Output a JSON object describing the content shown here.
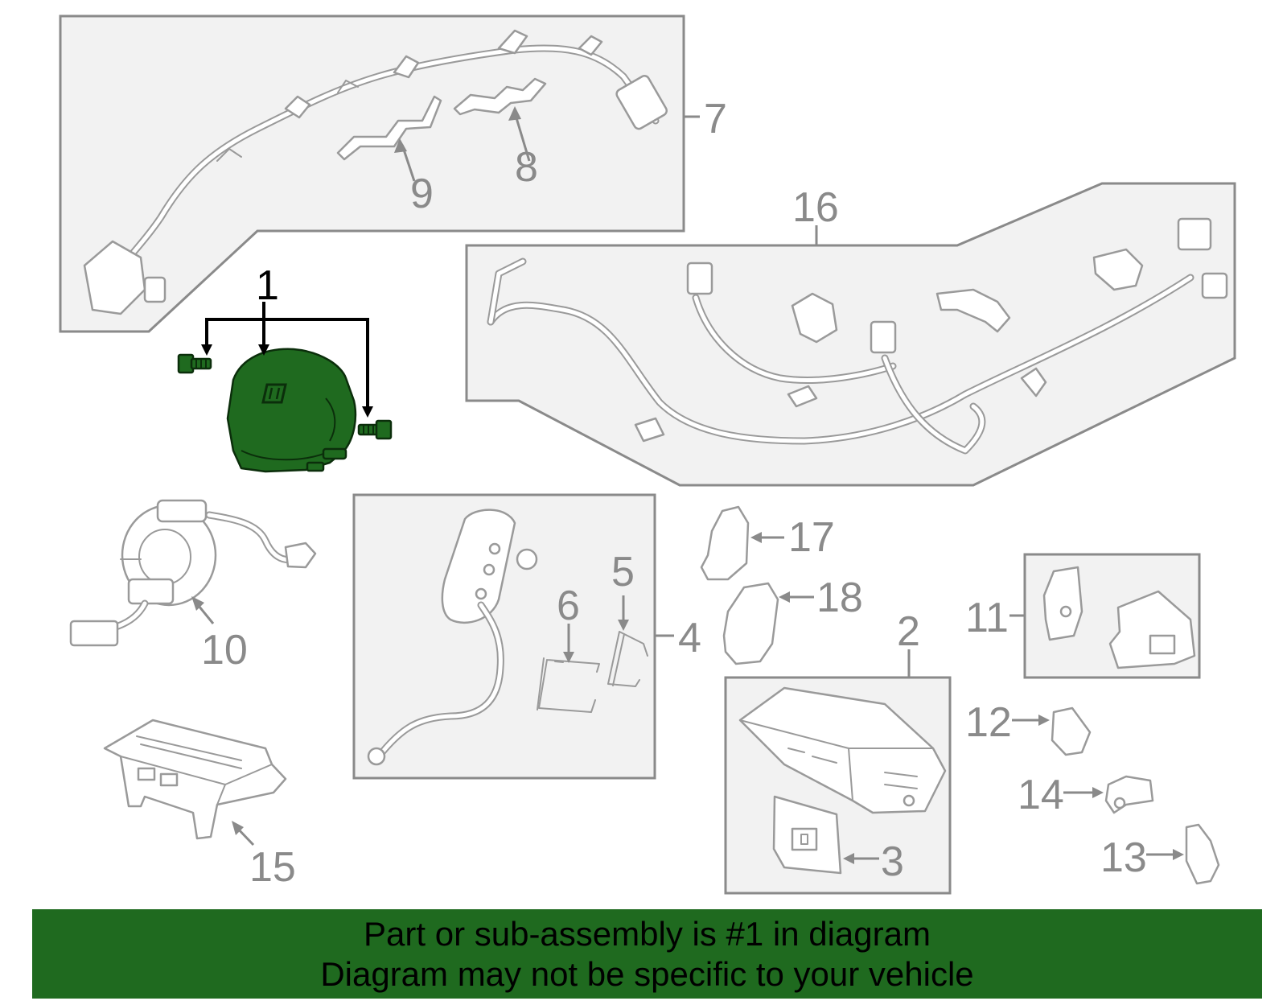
{
  "callouts": {
    "c1": "1",
    "c2": "2",
    "c3": "3",
    "c4": "4",
    "c5": "5",
    "c6": "6",
    "c7": "7",
    "c8": "8",
    "c9": "9",
    "c10": "10",
    "c11": "11",
    "c12": "12",
    "c13": "13",
    "c14": "14",
    "c15": "15",
    "c16": "16",
    "c17": "17",
    "c18": "18"
  },
  "highlighted_part": "1",
  "colors": {
    "highlight": "#1f6a1f",
    "panel_fill": "#f2f2f2",
    "line_gray": "#9a9a9a",
    "banner": "#1f6a1f"
  },
  "banner": {
    "line1": "Part or sub-assembly is #1 in diagram",
    "line2": "Diagram may not be specific to your vehicle"
  }
}
